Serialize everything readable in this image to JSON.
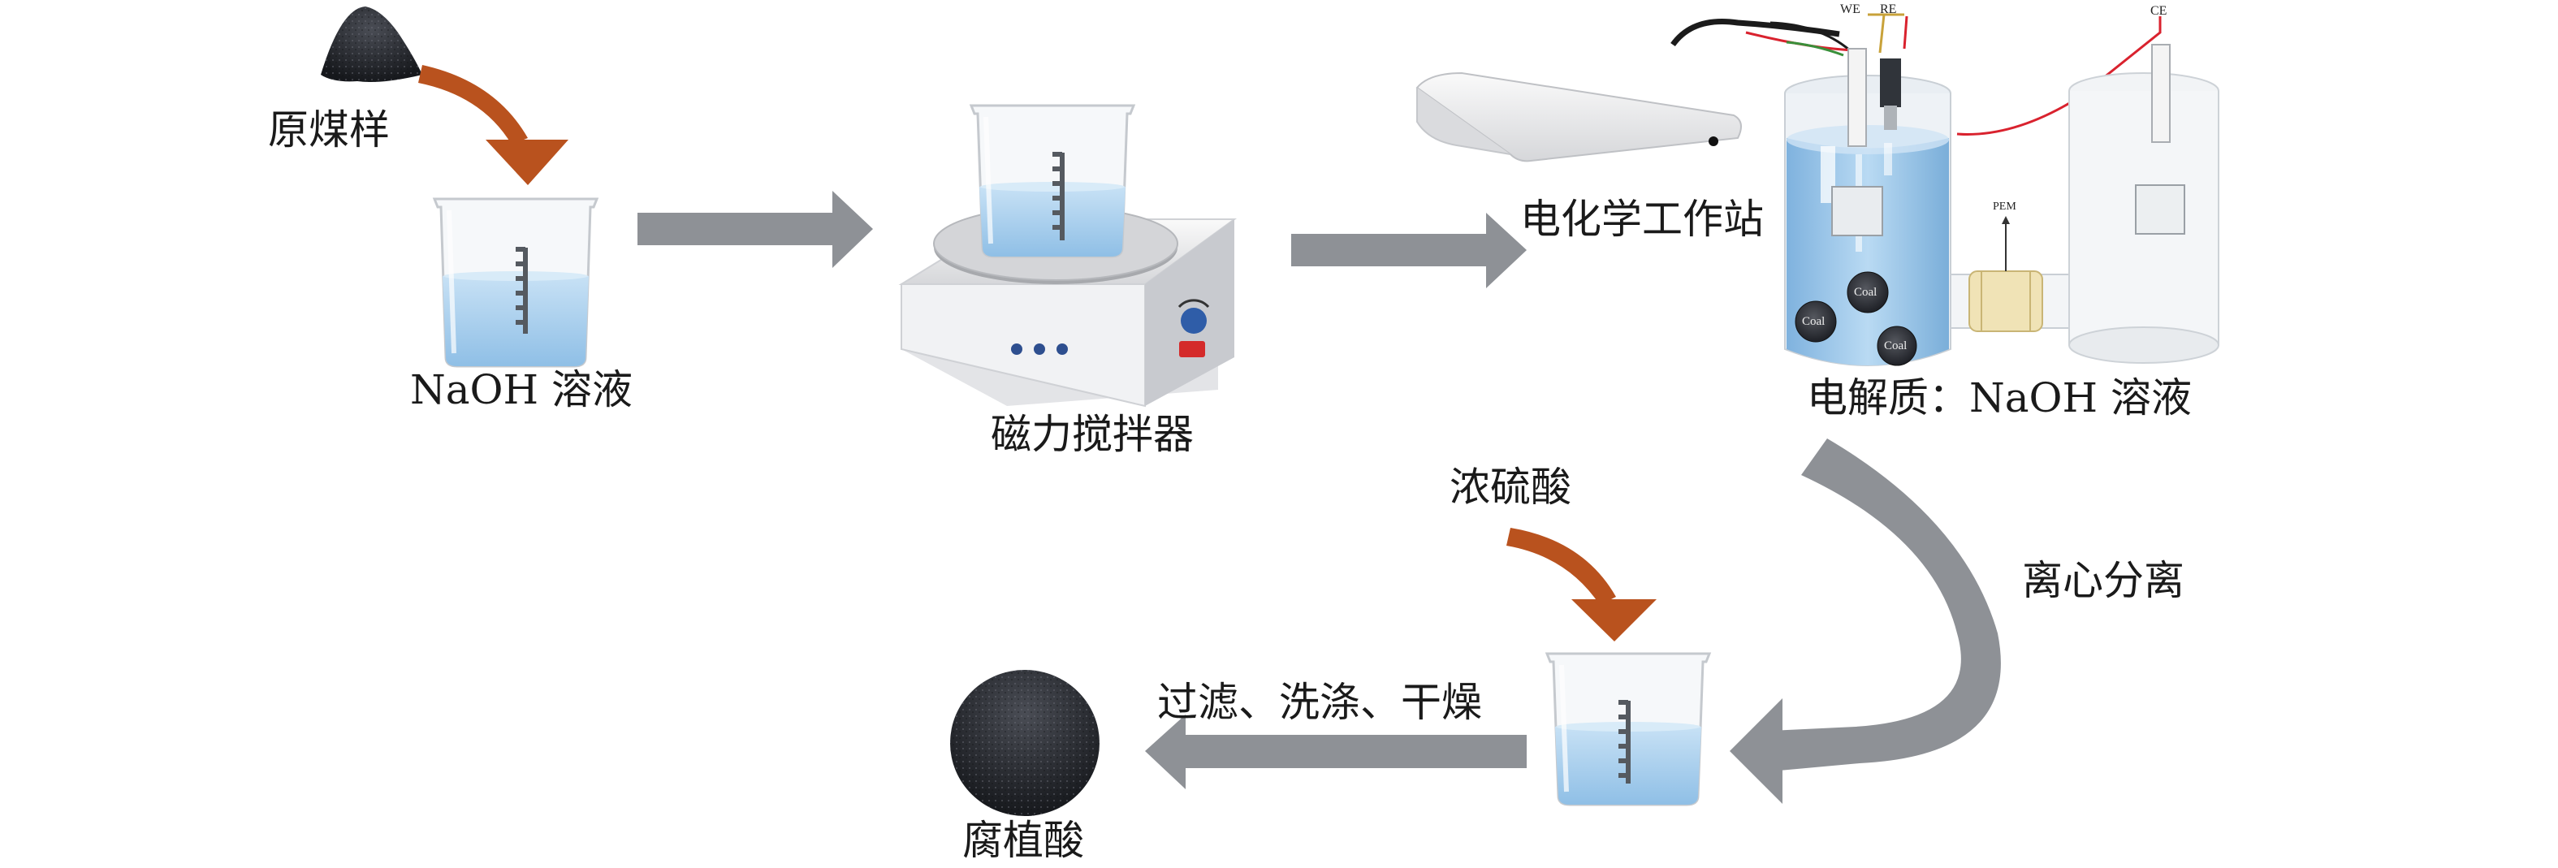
{
  "labels": {
    "raw_coal": "原煤样",
    "naoh_solution": "NaOH 溶液",
    "magnetic_stirrer": "磁力搅拌器",
    "electrochemical_workstation": "电化学工作站",
    "electrolyte": "电解质：NaOH 溶液",
    "centrifugation": "离心分离",
    "conc_sulfuric_acid": "浓硫酸",
    "filter_wash_dry": "过滤、洗涤、干燥",
    "humic_acid": "腐植酸"
  },
  "cell_labels": {
    "we": "WE",
    "re": "RE",
    "ce": "CE",
    "pem": "PEM",
    "coal": "Coal"
  },
  "colors": {
    "flow_arrow": "#8e9196",
    "feed_arrow": "#b9521e",
    "solution": "#a9d0ee",
    "coal": "#2b2d33",
    "wire_red": "#d9222e"
  }
}
